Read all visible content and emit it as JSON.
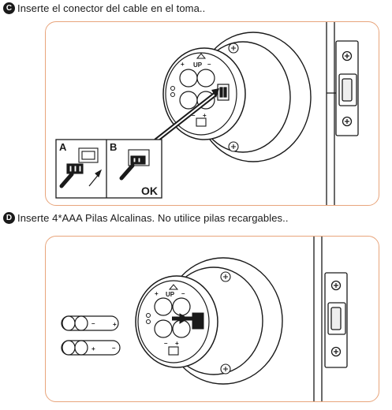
{
  "steps": [
    {
      "badge": "C",
      "text": "Inserte el conector del cable en el toma.."
    },
    {
      "badge": "D",
      "text": "Inserte 4*AAA Pilas Alcalinas. No utilice pilas recargables.."
    }
  ],
  "insets": {
    "a_label": "A",
    "b_label": "B",
    "ok_label": "OK"
  },
  "unit_marks": {
    "up": "UP",
    "plus": "+",
    "minus": "–"
  },
  "colors": {
    "panel_border": "#e8a57c",
    "ink": "#1a1a1a"
  }
}
